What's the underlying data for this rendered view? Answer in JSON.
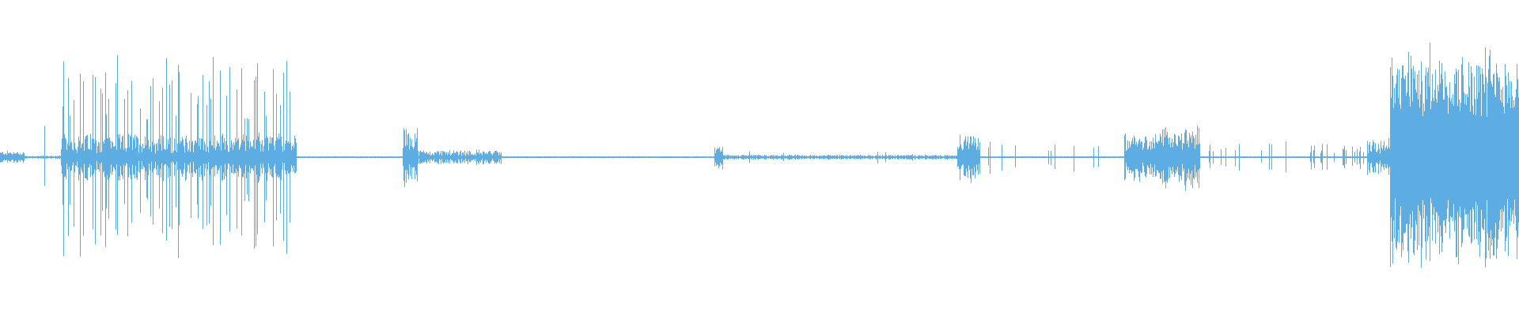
{
  "waveform": {
    "color": "#5DADE2",
    "background": "#ffffff",
    "segments": [
      {
        "start": 0.0,
        "end": 0.016,
        "level": 0.05,
        "pattern": "low-noise"
      },
      {
        "start": 0.016,
        "end": 0.04,
        "level": 0.1,
        "pattern": "sparse-transients"
      },
      {
        "start": 0.04,
        "end": 0.195,
        "level": 0.7,
        "pattern": "dense-transients"
      },
      {
        "start": 0.195,
        "end": 0.265,
        "level": 0.004,
        "pattern": "silence"
      },
      {
        "start": 0.265,
        "end": 0.275,
        "level": 0.25,
        "pattern": "burst"
      },
      {
        "start": 0.275,
        "end": 0.33,
        "level": 0.06,
        "pattern": "noise"
      },
      {
        "start": 0.33,
        "end": 0.47,
        "level": 0.004,
        "pattern": "silence"
      },
      {
        "start": 0.47,
        "end": 0.476,
        "level": 0.1,
        "pattern": "burst"
      },
      {
        "start": 0.476,
        "end": 0.63,
        "level": 0.02,
        "pattern": "low-noise"
      },
      {
        "start": 0.63,
        "end": 0.645,
        "level": 0.2,
        "pattern": "burst"
      },
      {
        "start": 0.645,
        "end": 0.74,
        "level": 0.05,
        "pattern": "sparse-transients"
      },
      {
        "start": 0.74,
        "end": 0.765,
        "level": 0.2,
        "pattern": "burst"
      },
      {
        "start": 0.765,
        "end": 0.79,
        "level": 0.25,
        "pattern": "burst"
      },
      {
        "start": 0.79,
        "end": 0.9,
        "level": 0.04,
        "pattern": "sparse-transients"
      },
      {
        "start": 0.9,
        "end": 0.915,
        "level": 0.15,
        "pattern": "noise"
      },
      {
        "start": 0.915,
        "end": 1.0,
        "level": 0.85,
        "pattern": "dense-noise"
      }
    ]
  }
}
